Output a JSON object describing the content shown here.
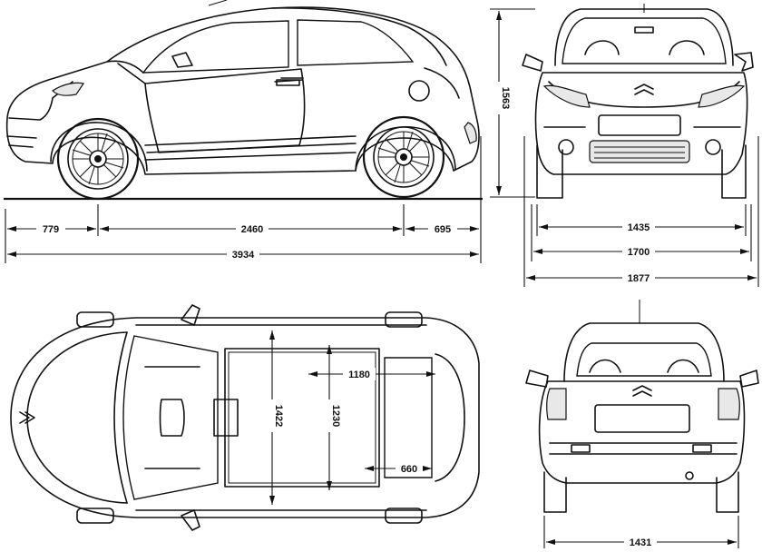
{
  "views": {
    "side": {
      "front_overhang": "779",
      "wheelbase": "2460",
      "rear_overhang": "695",
      "overall_length": "3934"
    },
    "front": {
      "height": "1563",
      "front_track": "1435",
      "body_width": "1700",
      "width_with_mirrors": "1877"
    },
    "top": {
      "roof_opening_width": "1422",
      "rear_opening_width": "1230",
      "roof_length": "1180",
      "rear_opening_length": "660"
    },
    "rear": {
      "rear_track": "1431"
    }
  }
}
